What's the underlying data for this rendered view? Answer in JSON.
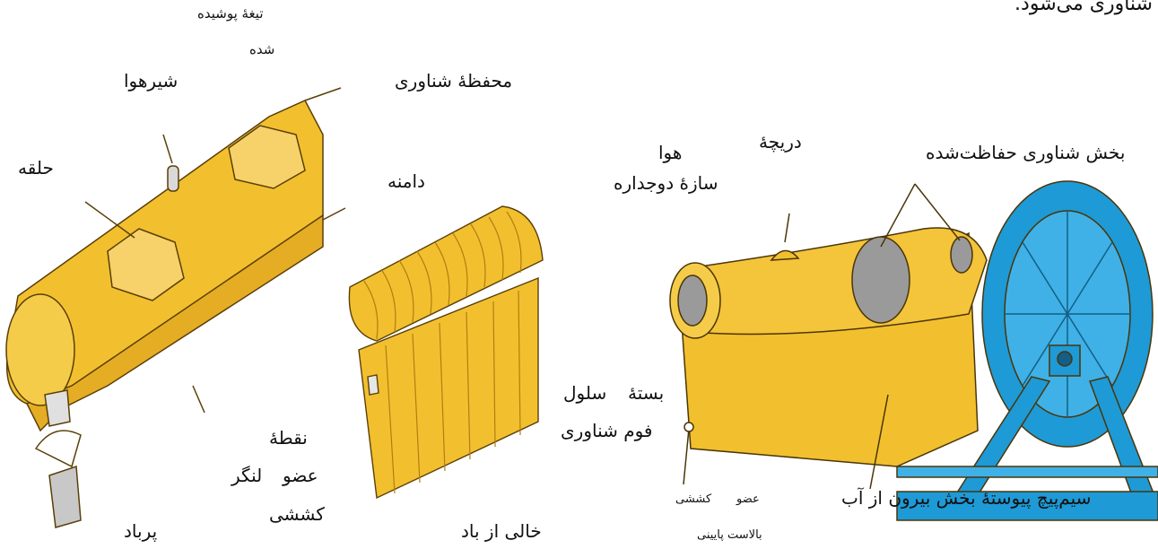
{
  "caption_fragment": "شناوری می‌شود.",
  "labels": {
    "covered_blade_1": "تیغهٔ پوشیده",
    "covered_blade_2": "شده",
    "air_valve": "شیرهوا",
    "float_enclosure": "محفظهٔ شناوری",
    "ring": "حلقه",
    "skirt": "دامنه",
    "hatch_1": "دریچهٔ",
    "hatch_2": "هوا",
    "double_wall": "سازهٔ دوجداره",
    "protected_float": "بخش شناوری حفاظت‌شده",
    "foam_cell_1": "سلول",
    "foam_cell_2": "بستهٔ",
    "foam_cell_3": "فوم شناوری",
    "anchor_1": "نقطهٔ",
    "anchor_2": "لنگر",
    "anchor_3": "عضو",
    "anchor_4": "کششی",
    "inflated": "پرباد",
    "deflated": "خالی از باد",
    "bottom_ballast_1": "عضو",
    "bottom_ballast_2": "کششی",
    "bottom_ballast_3": "بالاست پایینی",
    "continuous_reel": "سیم‌پیچ پیوستهٔ بخش بیرون از آب"
  },
  "colors": {
    "boom_yellow": "#f2c02e",
    "boom_shadow": "#d99a1a",
    "reel_blue": "#1e9ad6",
    "cell_gray": "#9a9a9a",
    "outline": "#5a3f08"
  }
}
